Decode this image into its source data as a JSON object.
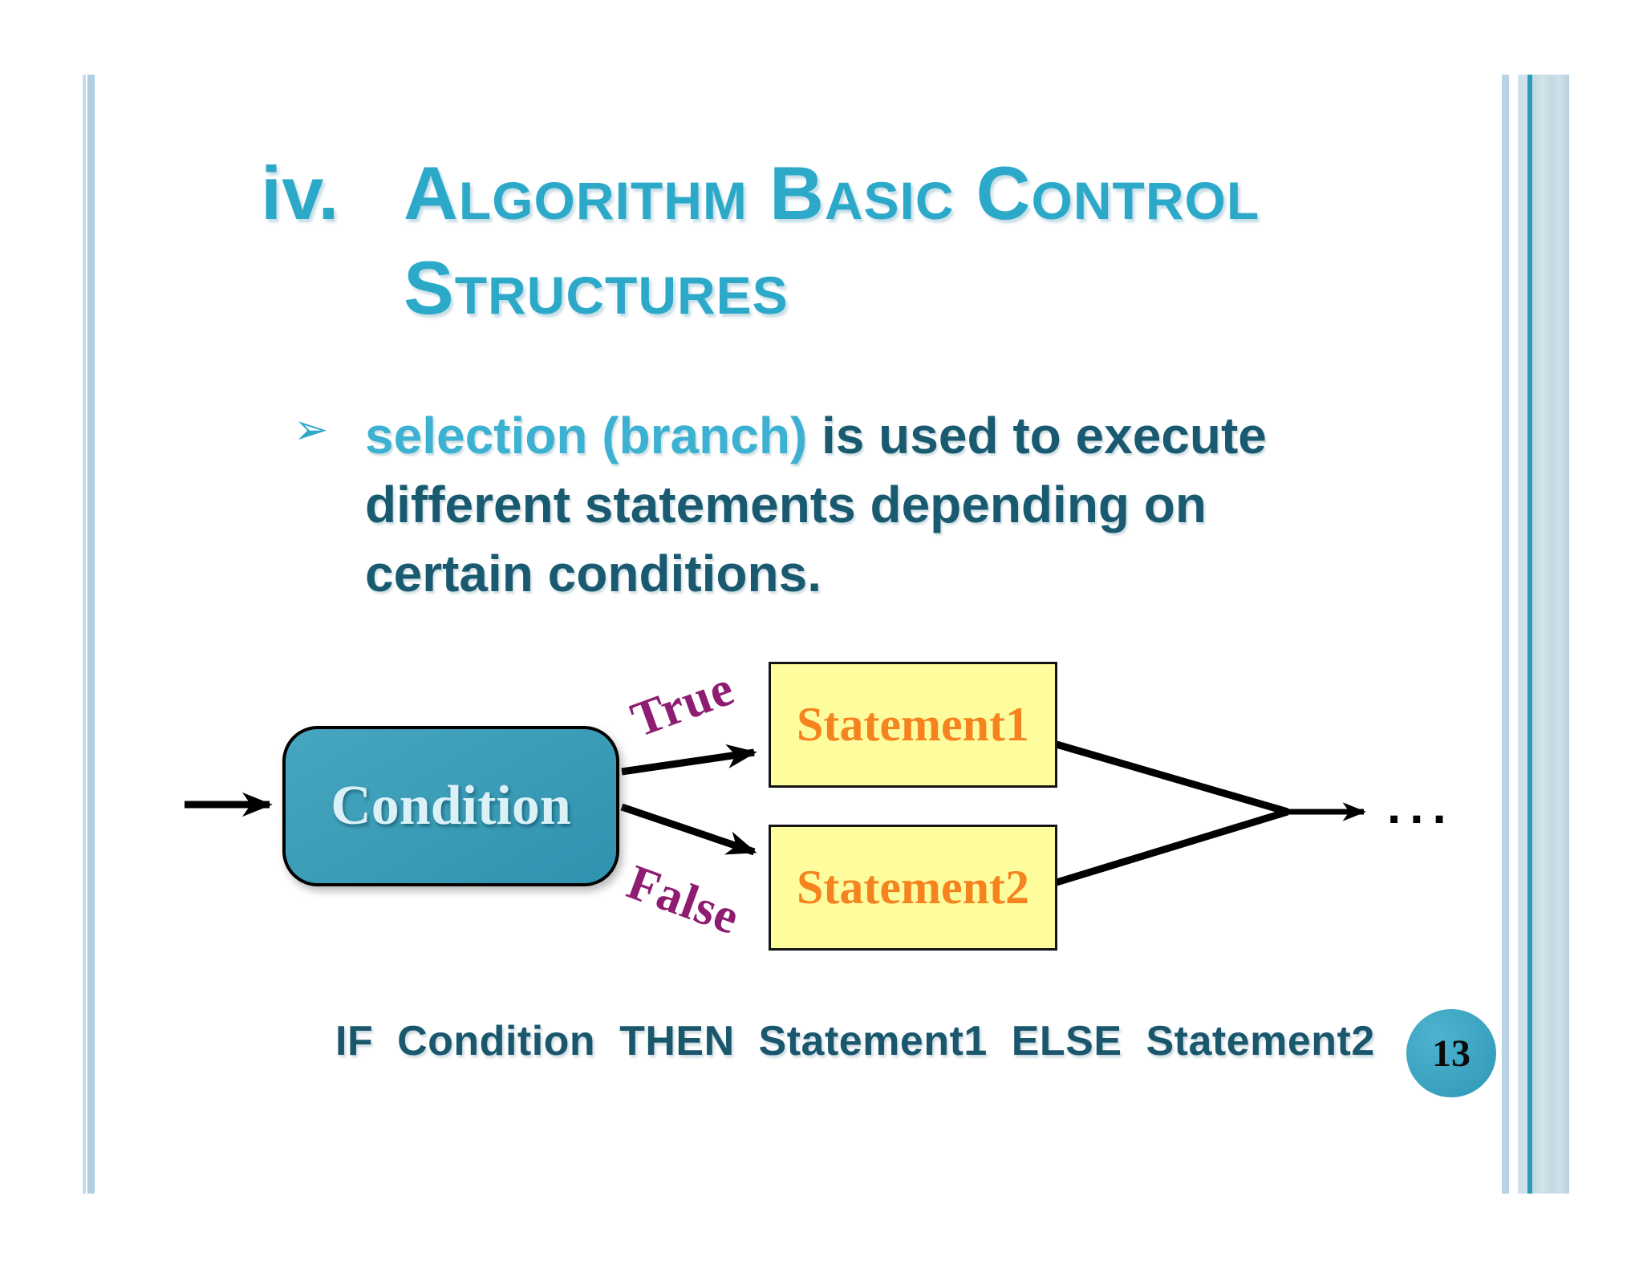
{
  "slide": {
    "page_number": "13",
    "background_color": "#ffffff",
    "edge_line_colors": [
      "#aed0e2",
      "#c5dcea",
      "#b7d4e2",
      "#2d9cba"
    ]
  },
  "title": {
    "numeral": "iv.",
    "line1": "Algorithm Basic Control",
    "line2": "Structures",
    "color": "#2ca9c9"
  },
  "bullet": {
    "marker": "➢",
    "highlight": "selection (branch)",
    "line1_rest": " is used to execute",
    "line2": "different statements depending on",
    "line3": "certain conditions.",
    "highlight_color": "#3db1d1",
    "body_color": "#1a5a70"
  },
  "flowchart": {
    "condition": {
      "label": "Condition",
      "fill": "#3a9db8",
      "text_color": "#daf1f7"
    },
    "branches": {
      "true_label": "True",
      "false_label": "False",
      "label_color": "#8e1d72"
    },
    "statement1": {
      "label": "Statement1"
    },
    "statement2": {
      "label": "Statement2"
    },
    "statement_fill": "#fdfd9e",
    "statement_text_color": "#f5831f",
    "ellipsis": "...",
    "arrow_color": "#000000"
  },
  "pseudocode": {
    "text": "IF  Condition  THEN  Statement1  ELSE  Statement2",
    "color": "#1a576d"
  }
}
